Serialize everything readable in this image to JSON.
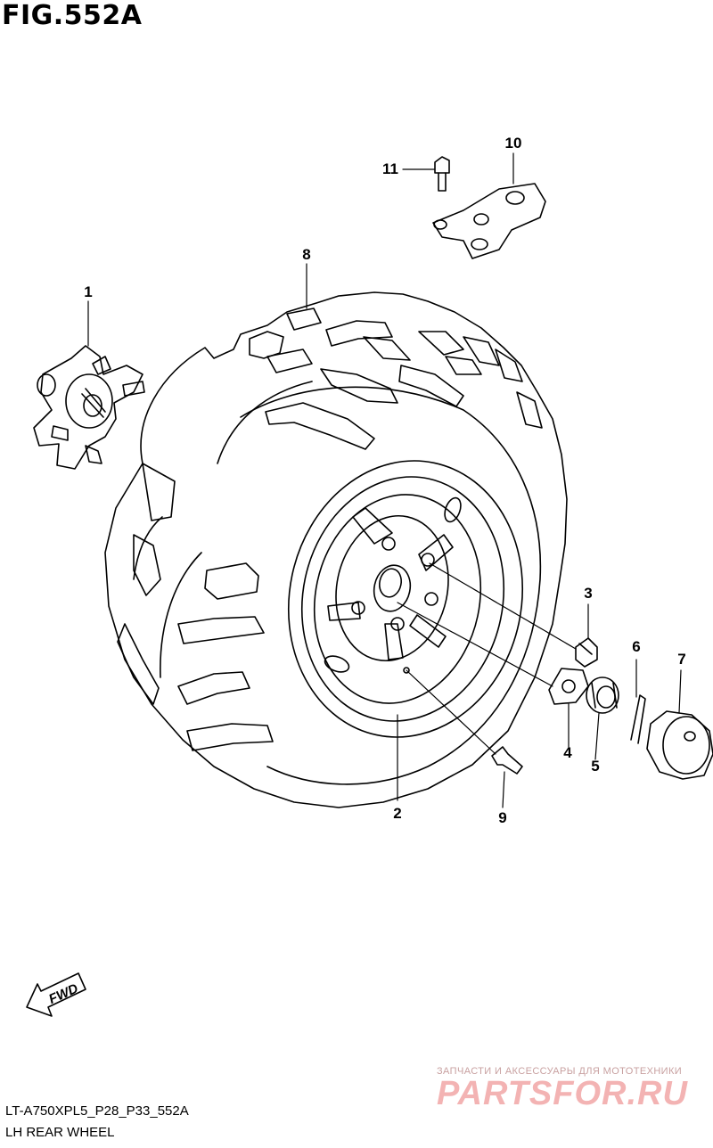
{
  "figure": {
    "title": "FIG.552A",
    "model_code": "LT-A750XPL5_P28_P33_552A",
    "section_name": "LH REAR WHEEL"
  },
  "callouts": [
    "1",
    "2",
    "3",
    "4",
    "5",
    "6",
    "7",
    "8",
    "9",
    "10",
    "11"
  ],
  "fwd_label": "FWD",
  "watermark": {
    "tagline": "ЗАПЧАСТИ И АКСЕССУАРЫ ДЛЯ МОТОТЕХНИКИ",
    "logo": "PARTSFOR.RU"
  },
  "colors": {
    "line": "#000000",
    "background": "#ffffff",
    "watermark": "#f3b3b3"
  }
}
